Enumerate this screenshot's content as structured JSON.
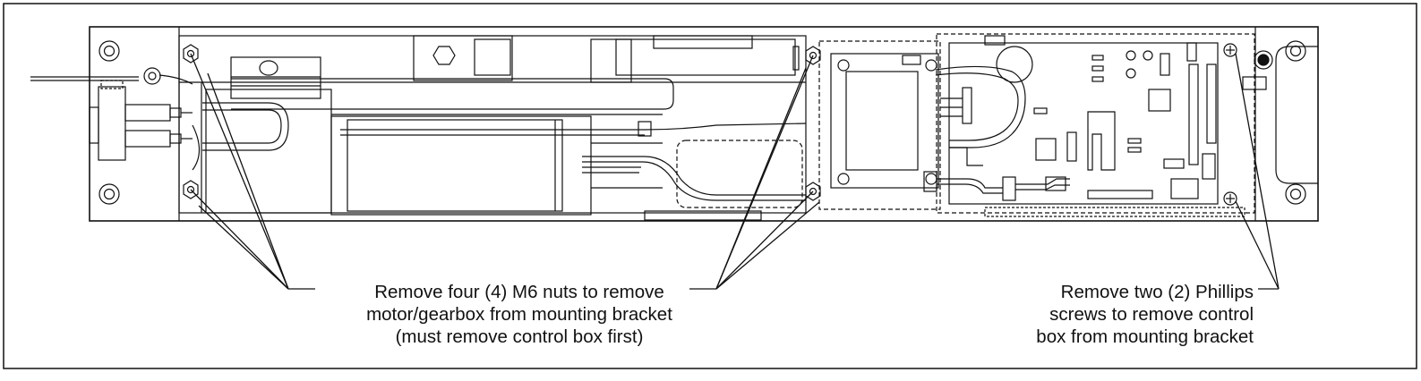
{
  "colors": {
    "line": "#111111",
    "background": "#ffffff"
  },
  "callouts": {
    "motor_nuts": {
      "lines": [
        "Remove four (4) M6 nuts to remove",
        "motor/gearbox from mounting bracket",
        "(must remove control box first)"
      ]
    },
    "control_box_screws": {
      "lines": [
        "Remove two (2) Phillips",
        "screws to remove control",
        "box from mounting bracket"
      ]
    }
  }
}
